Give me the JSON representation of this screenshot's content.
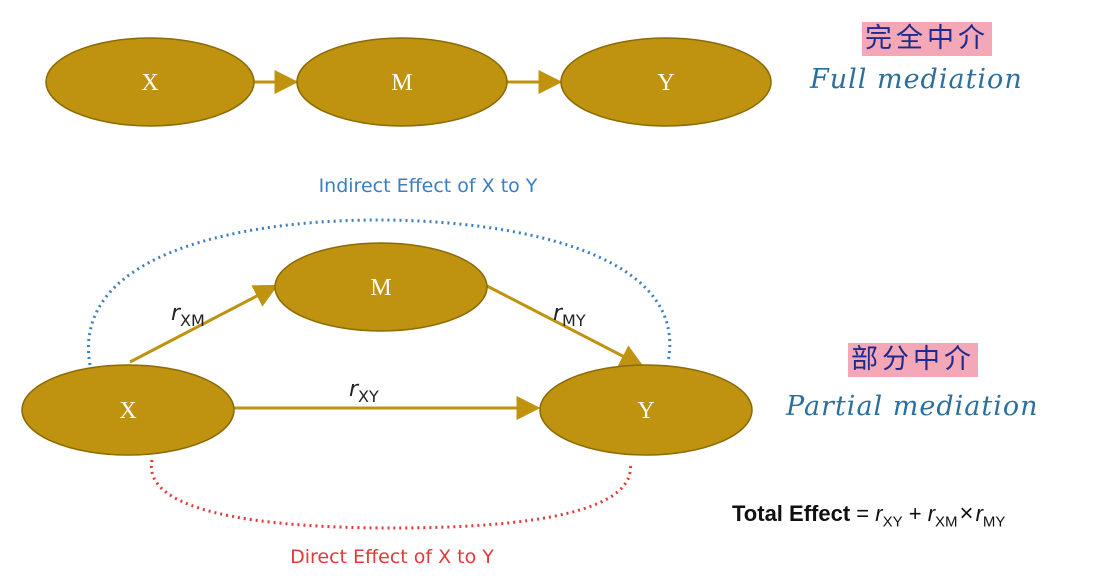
{
  "full_mediation": {
    "nodes": [
      "X",
      "M",
      "Y"
    ],
    "cn_title": "完全中介",
    "en_title": "Full mediation"
  },
  "partial_mediation": {
    "nodes": {
      "x": "X",
      "m": "M",
      "y": "Y"
    },
    "paths": {
      "xm": {
        "r": "r",
        "sub": "XM"
      },
      "my": {
        "r": "r",
        "sub": "MY"
      },
      "xy": {
        "r": "r",
        "sub": "XY"
      }
    },
    "indirect_label": "Indirect Effect of X to Y",
    "direct_label": "Direct Effect of X to Y",
    "cn_title": "部分中介",
    "en_title": "Partial mediation"
  },
  "formula": {
    "label": "Total Effect",
    "equals": "=",
    "term1_r": "r",
    "term1_sub": "XY",
    "plus": "+",
    "term2_r": "r",
    "term2_sub": "XM",
    "times": "×",
    "term3_r": "r",
    "term3_sub": "MY"
  },
  "colors": {
    "node_fill": "#bf930f",
    "node_stroke": "#8c6a06",
    "indirect": "#3b7ec2",
    "direct": "#e03a3a",
    "cn_highlight": "#f4a7b6",
    "en_title": "#2c6f9c"
  }
}
